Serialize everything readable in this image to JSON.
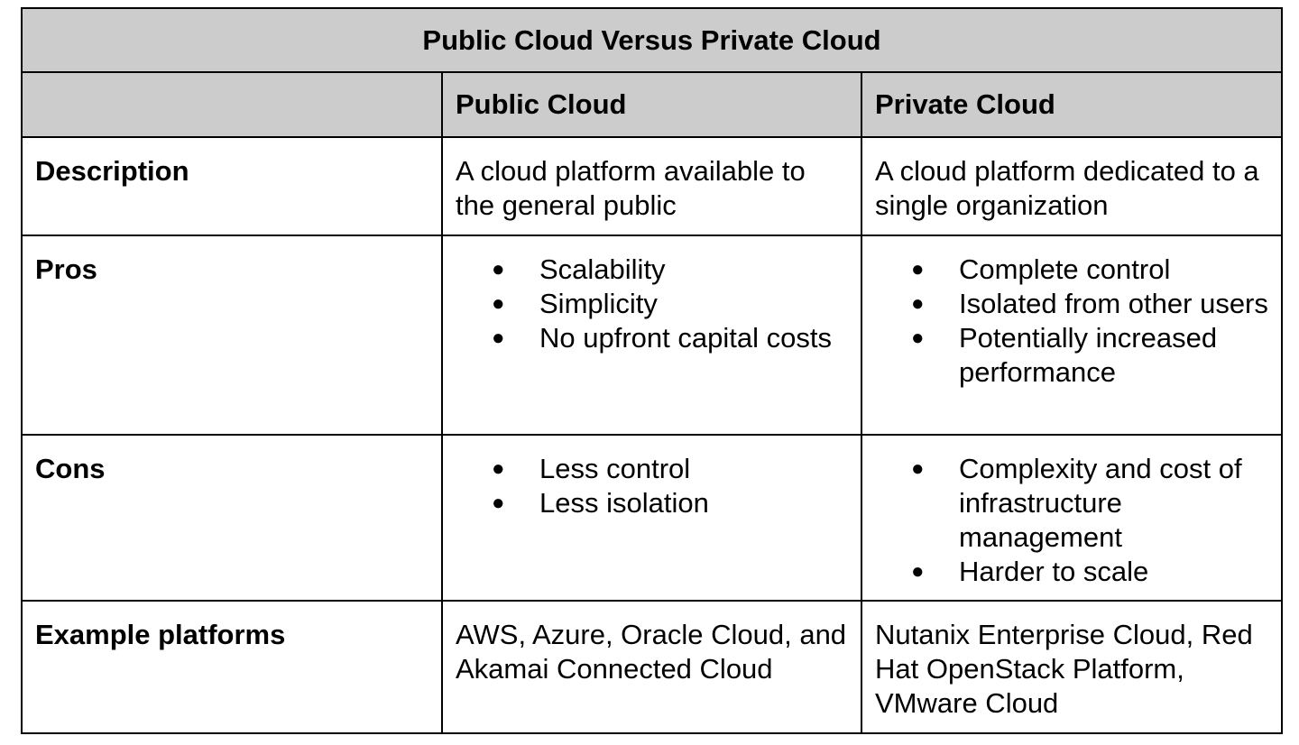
{
  "table": {
    "title": "Public Cloud Versus Private Cloud",
    "columns": [
      "",
      "Public Cloud",
      "Private Cloud"
    ],
    "rows": [
      {
        "label": "Description",
        "public": "A cloud platform available to the general public",
        "private": "A cloud platform dedicated to a single organization"
      },
      {
        "label": "Pros",
        "public": [
          "Scalability",
          "Simplicity",
          "No upfront capital costs"
        ],
        "private": [
          "Complete control",
          "Isolated from other users",
          "Potentially increased performance"
        ]
      },
      {
        "label": "Cons",
        "public": [
          "Less control",
          "Less isolation"
        ],
        "private": [
          "Complexity and cost of infrastructure management",
          "Harder to scale"
        ]
      },
      {
        "label": "Example platforms",
        "public": "AWS, Azure, Oracle Cloud, and Akamai Connected Cloud",
        "private": "Nutanix Enterprise Cloud, Red Hat OpenStack Platform, VMware Cloud"
      }
    ]
  }
}
